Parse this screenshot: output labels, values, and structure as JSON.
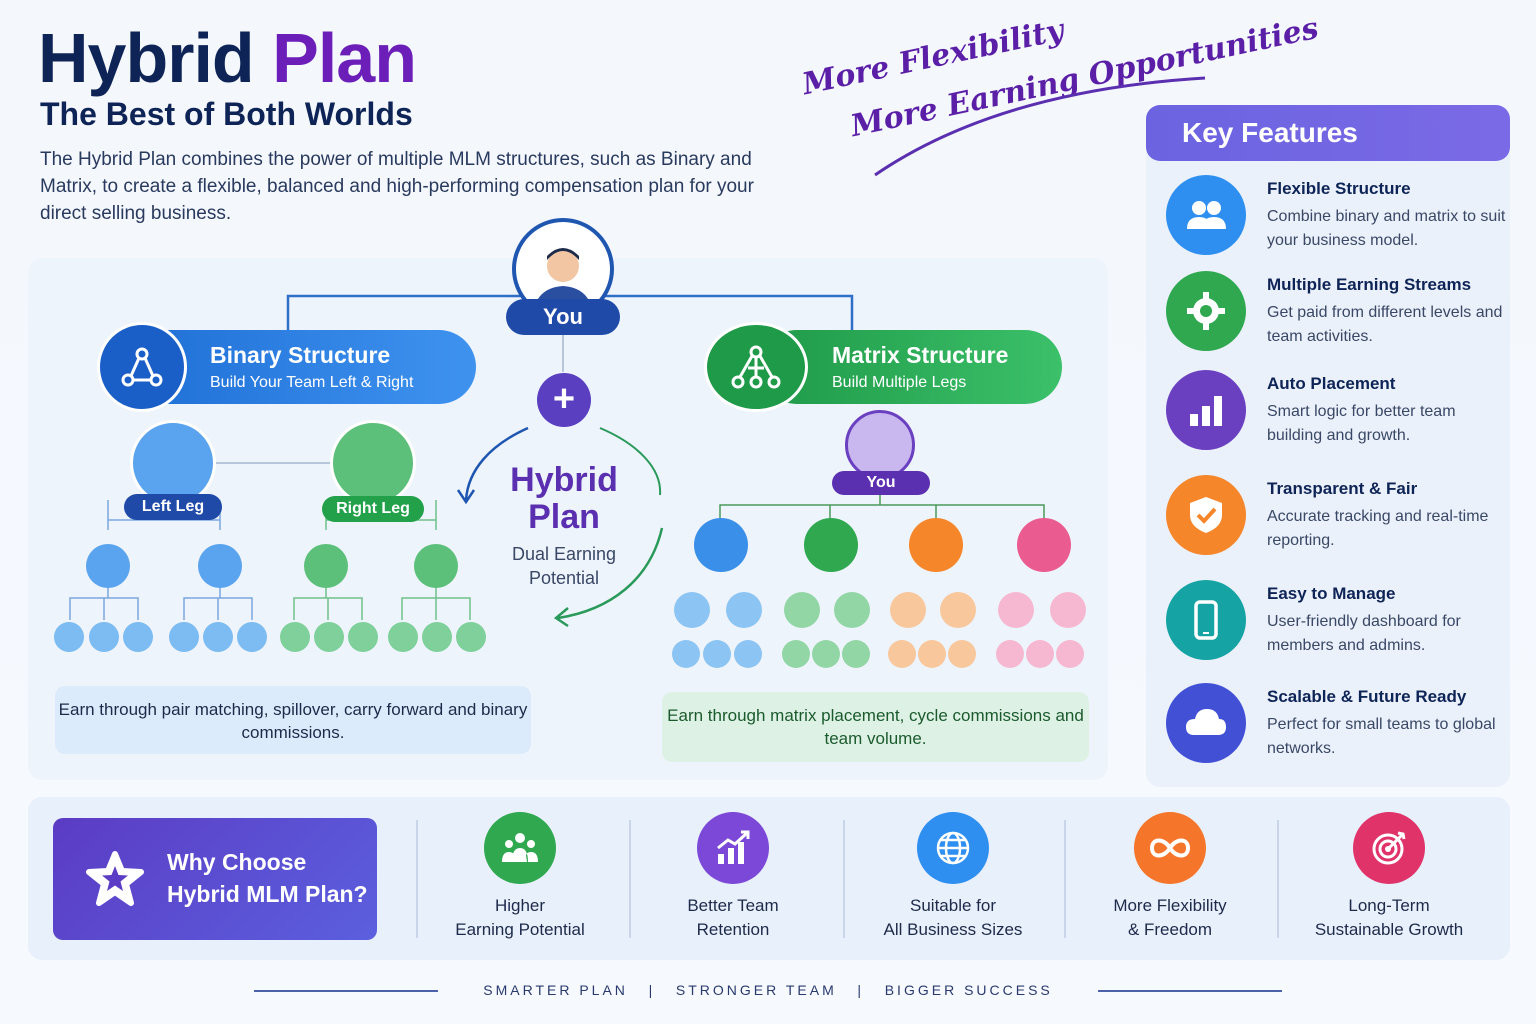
{
  "header": {
    "title_main": "Hybrid",
    "title_accent": "Plan",
    "subtitle": "The Best of Both Worlds",
    "intro": "The Hybrid Plan combines the power of multiple MLM structures, such as Binary and Matrix, to create a flexible, balanced and high-performing compensation plan for your direct selling business.",
    "script_line1": "More Flexibility",
    "script_line2": "More Earning Opportunities"
  },
  "diagram": {
    "top_label": "You",
    "binary": {
      "title": "Binary Structure",
      "subtitle": "Build Your Team Left & Right",
      "left_leg": "Left Leg",
      "right_leg": "Right Leg",
      "earn": "Earn through pair matching, spillover, carry forward and binary commissions."
    },
    "center": {
      "title_line1": "Hybrid",
      "title_line2": "Plan",
      "sub_line1": "Dual Earning",
      "sub_line2": "Potential",
      "plus": "+"
    },
    "matrix": {
      "title": "Matrix Structure",
      "subtitle": "Build Multiple Legs",
      "you_label": "You",
      "earn": "Earn through matrix placement, cycle commissions and team volume."
    }
  },
  "features": {
    "heading": "Key Features",
    "items": [
      {
        "title": "Flexible Structure",
        "desc": "Combine binary and matrix to suit your business model.",
        "icon": "users-icon",
        "color": "#2e8ff0"
      },
      {
        "title": "Multiple Earning Streams",
        "desc": "Get paid from different levels and team activities.",
        "icon": "gear-icon",
        "color": "#2fa84f"
      },
      {
        "title": "Auto Placement",
        "desc": "Smart logic for better team building and growth.",
        "icon": "bar-chart-icon",
        "color": "#6a3fc0"
      },
      {
        "title": "Transparent & Fair",
        "desc": "Accurate tracking and real-time reporting.",
        "icon": "shield-check-icon",
        "color": "#f5862a"
      },
      {
        "title": "Easy to Manage",
        "desc": "User-friendly dashboard for members and admins.",
        "icon": "mobile-icon",
        "color": "#16a3a3"
      },
      {
        "title": "Scalable & Future Ready",
        "desc": "Perfect for small teams to global networks.",
        "icon": "cloud-icon",
        "color": "#4250d6"
      }
    ]
  },
  "why": {
    "line1": "Why Choose",
    "line2": "Hybrid MLM Plan?",
    "benefits": [
      {
        "line1": "Higher",
        "line2": "Earning Potential",
        "icon": "team-icon",
        "color": "#2fa84f"
      },
      {
        "line1": "Better Team",
        "line2": "Retention",
        "icon": "growth-chart-icon",
        "color": "#7b48d8"
      },
      {
        "line1": "Suitable for",
        "line2": "All Business Sizes",
        "icon": "globe-icon",
        "color": "#2e8ff0"
      },
      {
        "line1": "More Flexibility",
        "line2": "& Freedom",
        "icon": "infinity-icon",
        "color": "#f5762a"
      },
      {
        "line1": "Long-Term",
        "line2": "Sustainable Growth",
        "icon": "target-icon",
        "color": "#e0336a"
      }
    ]
  },
  "footer": {
    "tagline": "SMARTER PLAN   |   STRONGER TEAM   |   BIGGER SUCCESS"
  },
  "colors": {
    "navy": "#0f2456",
    "purple": "#6b1fb8",
    "blue": "#1f6fd6",
    "green": "#23a04a"
  }
}
